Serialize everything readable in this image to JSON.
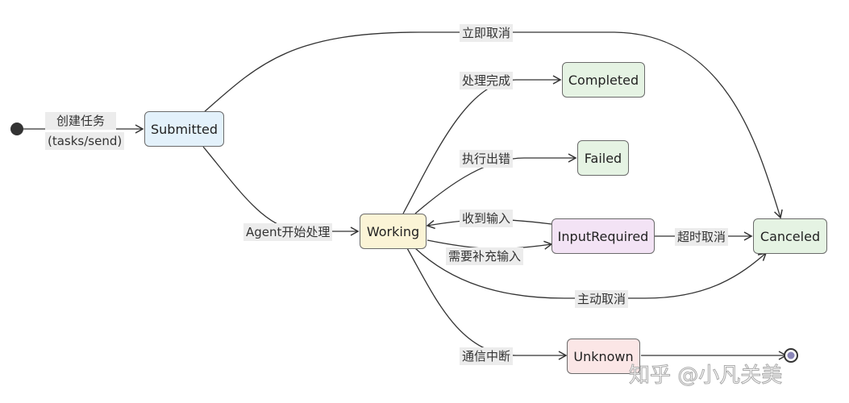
{
  "states": {
    "submitted": {
      "label": "Submitted",
      "fill": "#e3f1fb"
    },
    "working": {
      "label": "Working",
      "fill": "#fbf4d6"
    },
    "completed": {
      "label": "Completed",
      "fill": "#e5f3e3"
    },
    "failed": {
      "label": "Failed",
      "fill": "#e5f3e3"
    },
    "input_required": {
      "label": "InputRequired",
      "fill": "#f3e3f5"
    },
    "canceled": {
      "label": "Canceled",
      "fill": "#e5f3e3"
    },
    "unknown": {
      "label": "Unknown",
      "fill": "#fbe6e6"
    }
  },
  "transitions": {
    "create_task": "创建任务",
    "create_task_sub": "(tasks/send)",
    "agent_start": "Agent开始处理",
    "immediate_cancel": "立即取消",
    "done": "处理完成",
    "error": "执行出错",
    "input_received": "收到输入",
    "need_input": "需要补充输入",
    "timeout_cancel": "超时取消",
    "active_cancel": "主动取消",
    "comm_break": "通信中断"
  },
  "watermark": "知乎 @小凡关美"
}
